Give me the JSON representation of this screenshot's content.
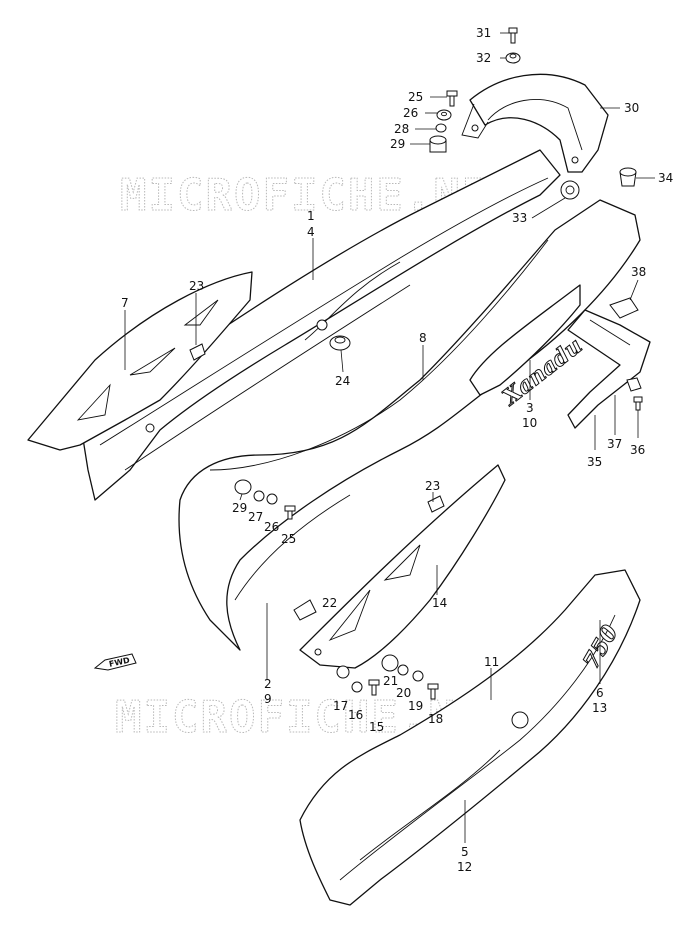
{
  "watermark": "MICROFICHE.NET",
  "fwd_label": "FWD",
  "emblems": {
    "xanadu": "Xanadu",
    "model": "750"
  },
  "callouts": [
    {
      "id": "c31",
      "text": "31"
    },
    {
      "id": "c32",
      "text": "32"
    },
    {
      "id": "c30",
      "text": "30"
    },
    {
      "id": "c25a",
      "text": "25"
    },
    {
      "id": "c26a",
      "text": "26"
    },
    {
      "id": "c28",
      "text": "28"
    },
    {
      "id": "c29a",
      "text": "29"
    },
    {
      "id": "c34",
      "text": "34"
    },
    {
      "id": "c33",
      "text": "33"
    },
    {
      "id": "c1",
      "text": "1"
    },
    {
      "id": "c4",
      "text": "4"
    },
    {
      "id": "c38",
      "text": "38"
    },
    {
      "id": "c7",
      "text": "7"
    },
    {
      "id": "c23a",
      "text": "23"
    },
    {
      "id": "c8",
      "text": "8"
    },
    {
      "id": "c24",
      "text": "24"
    },
    {
      "id": "c3",
      "text": "3"
    },
    {
      "id": "c10",
      "text": "10"
    },
    {
      "id": "c37",
      "text": "37"
    },
    {
      "id": "c36",
      "text": "36"
    },
    {
      "id": "c35",
      "text": "35"
    },
    {
      "id": "c23b",
      "text": "23"
    },
    {
      "id": "c29b",
      "text": "29"
    },
    {
      "id": "c27",
      "text": "27"
    },
    {
      "id": "c26b",
      "text": "26"
    },
    {
      "id": "c25b",
      "text": "25"
    },
    {
      "id": "c22",
      "text": "22"
    },
    {
      "id": "c14",
      "text": "14"
    },
    {
      "id": "c2",
      "text": "2"
    },
    {
      "id": "c9",
      "text": "9"
    },
    {
      "id": "c11",
      "text": "11"
    },
    {
      "id": "c6",
      "text": "6"
    },
    {
      "id": "c13",
      "text": "13"
    },
    {
      "id": "c21",
      "text": "21"
    },
    {
      "id": "c20",
      "text": "20"
    },
    {
      "id": "c17",
      "text": "17"
    },
    {
      "id": "c16",
      "text": "16"
    },
    {
      "id": "c19",
      "text": "19"
    },
    {
      "id": "c18",
      "text": "18"
    },
    {
      "id": "c15",
      "text": "15"
    },
    {
      "id": "c5",
      "text": "5"
    },
    {
      "id": "c12",
      "text": "12"
    }
  ]
}
